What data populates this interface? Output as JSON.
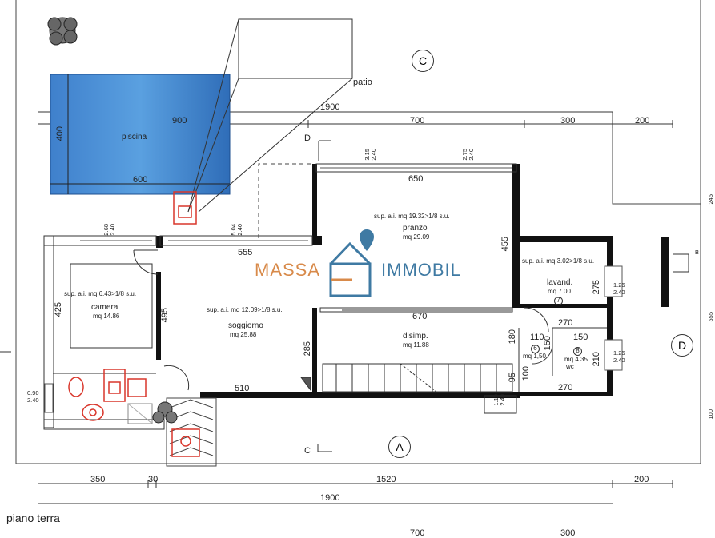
{
  "plan_title": "piano terra",
  "outdoor": {
    "pool_label": "piscina",
    "pool_dim_width": "600",
    "pool_dim_height": "400",
    "patio_label": "patio",
    "section_c": "C",
    "section_a": "A",
    "section_d": "D",
    "marker_d": "D",
    "marker_b": "B",
    "marker_c": "C"
  },
  "dimensions": {
    "top_total": "1900",
    "top_900": "900",
    "top_700": "700",
    "top_300": "300",
    "top_200": "200",
    "bottom_350": "350",
    "bottom_30": "30",
    "bottom_1520": "1520",
    "bottom_200": "200",
    "bottom_total": "1900",
    "bottom_700": "700",
    "bottom_300": "300",
    "wall_650": "650",
    "wall_555": "555",
    "wall_455": "455",
    "wall_670": "670",
    "wall_510": "510",
    "wall_495": "495",
    "wall_425": "425",
    "wall_285": "285",
    "wall_270a": "270",
    "wall_270b": "270",
    "wall_275": "275",
    "wall_210": "210",
    "wall_180": "180",
    "wall_110": "110",
    "wall_150a": "150",
    "wall_150b": "150",
    "wall_100": "100",
    "wall_95": "95",
    "window_268": "2.68",
    "window_240a": "2.40",
    "window_504": "5.04",
    "window_240b": "2.40",
    "window_315": "3.15",
    "window_240c": "2.40",
    "window_275": "2.75",
    "window_240d": "2.40",
    "window_126a": "1.26",
    "window_240e": "2.40",
    "window_126b": "1.26",
    "window_240f": "2.40",
    "window_090": "0.90",
    "window_240g": "2.40",
    "window_110": "1.10",
    "window_240h": "2.40",
    "right_245": "245",
    "right_555": "555",
    "right_100": "100"
  },
  "rooms": {
    "pranzo": {
      "sup": "sup. a.i. mq 19.32>1/8 s.u.",
      "name": "pranzo",
      "mq": "mq 29.09"
    },
    "camera": {
      "sup": "sup. a.i. mq 6.43>1/8 s.u.",
      "name": "camera",
      "mq": "mq 14.86"
    },
    "soggiorno": {
      "sup": "sup. a.i. mq 12.09>1/8 s.u.",
      "name": "soggiorno",
      "mq": "mq 25.88"
    },
    "lavand": {
      "sup": "sup. a.i. mq 3.02>1/8 s.u.",
      "name": "lavand.",
      "mq": "mq 7.00",
      "num": "7"
    },
    "disimp": {
      "name": "disimp.",
      "mq": "mq 11.88"
    },
    "wc": {
      "name": "wc",
      "mq": "mq 4.35",
      "num": "8"
    },
    "ripost": {
      "mq": "mq 1,50",
      "num": "6"
    }
  },
  "watermark": {
    "left": "MASSA",
    "right": "IMMOBIL"
  },
  "colors": {
    "pool": "#4a8fd6",
    "wall": "#111111",
    "red_fixtures": "#d9362b",
    "brand_orange": "#d88a4a",
    "brand_blue": "#3f7aa3"
  }
}
